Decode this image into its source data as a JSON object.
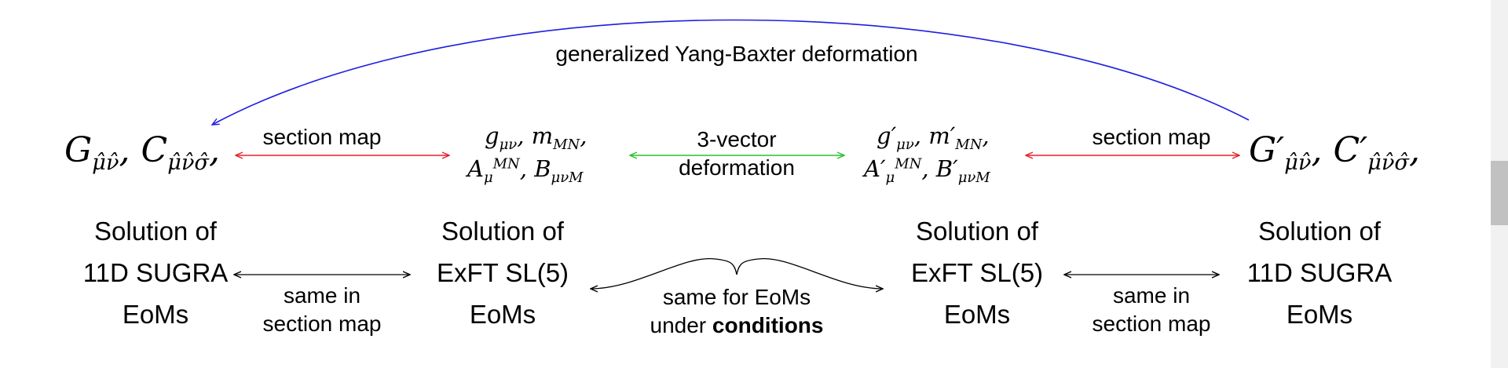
{
  "top_arrow": {
    "label": "generalized Yang-Baxter deformation",
    "color": "#1f1fe0"
  },
  "nodes": {
    "left": {
      "G": "G",
      "G_sub": "μ̂ν̂",
      "C": "C",
      "C_sub": "μ̂ν̂σ̂",
      "sep": ",",
      "tail": ","
    },
    "mid_left": {
      "line1_g": "g",
      "line1_g_sub": "μν",
      "line1_m": "m",
      "line1_m_sub": "MN",
      "line1_tail": ",",
      "line2_A": "A",
      "line2_A_sub": "μ",
      "line2_A_sup": "MN",
      "line2_B": "B",
      "line2_B_sub": "μνM",
      "sep": ","
    },
    "mid_right": {
      "line1_g": "g′",
      "line1_g_sub": "μν",
      "line1_m": "m′",
      "line1_m_sub": "MN",
      "line1_tail": ",",
      "line2_A": "A′",
      "line2_A_sub": "μ",
      "line2_A_sup": "MN",
      "line2_B": "B′",
      "line2_B_sub": "μνM",
      "sep": ","
    },
    "right": {
      "G": "G′",
      "G_sub": "μ̂ν̂",
      "C": "C′",
      "C_sub": "μ̂ν̂σ̂",
      "sep": ",",
      "tail": ","
    }
  },
  "edges": {
    "section_map_left": {
      "label": "section map",
      "color": "#e8202a"
    },
    "three_vector": {
      "line1": "3-vector",
      "line2": "deformation",
      "color": "#2fbf2f"
    },
    "section_map_right": {
      "label": "section map",
      "color": "#e8202a"
    }
  },
  "solutions": {
    "s1": {
      "line1": "Solution of",
      "line2": "11D SUGRA",
      "line3": "EoMs"
    },
    "s2": {
      "line1": "Solution of",
      "line2": "ExFT SL(5)",
      "line3": "EoMs"
    },
    "s3": {
      "line1": "Solution of",
      "line2": "ExFT SL(5)",
      "line3": "EoMs"
    },
    "s4": {
      "line1": "Solution of",
      "line2": "11D SUGRA",
      "line3": "EoMs"
    }
  },
  "bottom_edges": {
    "left": {
      "line1": "same in",
      "line2": "section map",
      "color": "#000000"
    },
    "middle": {
      "line1": "same for EoMs",
      "line2_plain": "under ",
      "line2_bold": "conditions",
      "color": "#000000"
    },
    "right": {
      "line1": "same in",
      "line2": "section map",
      "color": "#000000"
    }
  }
}
